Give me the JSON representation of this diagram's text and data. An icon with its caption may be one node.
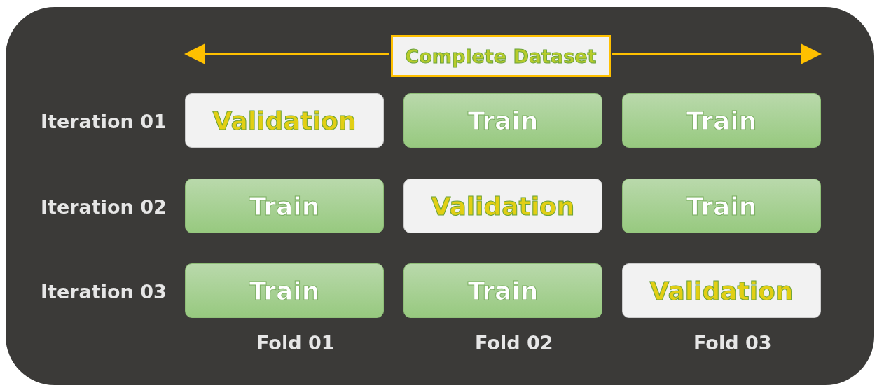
{
  "diagram": {
    "nodes": [
      {
        "text": [
          "Complete Dataset"
        ]
      },
      {
        "text": [
          "Validation"
        ]
      },
      {
        "text": [
          "Train"
        ]
      },
      {
        "text": [
          "Train"
        ]
      },
      {
        "text": [
          "Train"
        ]
      },
      {
        "text": [
          "Validation"
        ]
      },
      {
        "text": [
          "Train"
        ]
      },
      {
        "text": [
          "Train"
        ]
      },
      {
        "text": [
          "Train"
        ]
      },
      {
        "text": [
          "Validation"
        ]
      }
    ],
    "labels": [
      "Iteration 01",
      "Iteration 02",
      "Iteration 03",
      "Fold 01",
      "Fold 02",
      "Fold 03"
    ]
  }
}
